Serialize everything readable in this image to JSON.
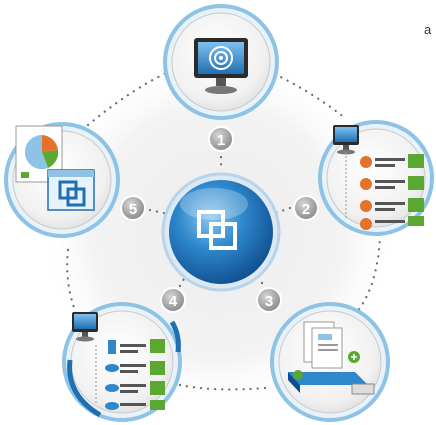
{
  "corner_letter": "a",
  "center_icon": "overlapping-squares-icon",
  "colors": {
    "hub_blue": "#1f6fb3",
    "ring_blue": "#8fc3e6",
    "check_green": "#5aa832",
    "badge_orange": "#e3722a",
    "number_badge": "#9a9a9a",
    "dots": "#6b6b6b"
  },
  "steps": [
    {
      "number": "1",
      "icon": "monitor-target-icon"
    },
    {
      "number": "2",
      "icon": "monitor-checklist-icon"
    },
    {
      "number": "3",
      "icon": "usb-drive-documents-icon"
    },
    {
      "number": "4",
      "icon": "monitor-devices-checklist-icon"
    },
    {
      "number": "5",
      "icon": "report-chart-window-icon"
    }
  ]
}
